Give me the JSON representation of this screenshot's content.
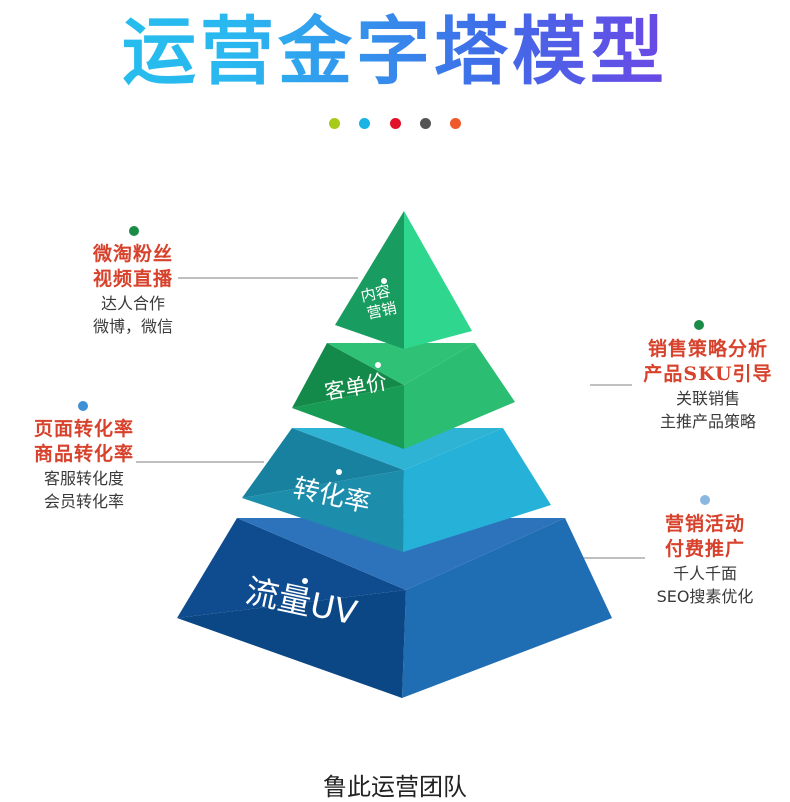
{
  "title": "运营金字塔模型",
  "dot_colors": [
    "#a6cb19",
    "#19b3e6",
    "#e0132a",
    "#555555",
    "#ef5a2a"
  ],
  "layers": {
    "top": "内容\n营销",
    "layer2": "客单价",
    "layer3": "转化率",
    "base": "流量UV"
  },
  "annotations": {
    "top_left": {
      "dot_color": "#1a8c47",
      "bold": [
        "微淘粉丝",
        "视频直播"
      ],
      "sub": [
        "达人合作",
        "微博，微信"
      ]
    },
    "right_upper": {
      "dot_color": "#1a8c47",
      "bold": [
        "销售策略分析",
        "产品SKU引导"
      ],
      "sub": [
        "关联销售",
        "主推产品策略"
      ]
    },
    "left_middle": {
      "dot_color": "#3d8fd6",
      "bold": [
        "页面转化率",
        "商品转化率"
      ],
      "sub": [
        "客服转化度",
        "会员转化率"
      ]
    },
    "right_lower": {
      "dot_color": "#8ab8e0",
      "bold": [
        "营销活动",
        "付费推广"
      ],
      "sub": [
        "千人千面",
        "SEO搜素优化"
      ]
    }
  },
  "footer": "鲁此运营团队"
}
